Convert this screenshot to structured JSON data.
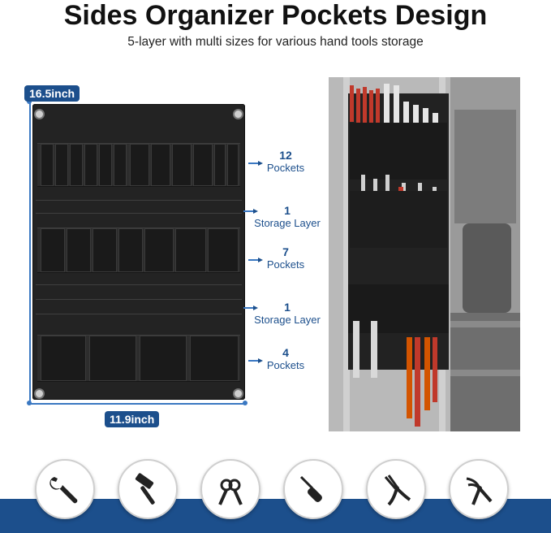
{
  "header": {
    "title": "Sides Organizer Pockets Design",
    "subtitle": "5-layer with multi sizes for various hand tools storage"
  },
  "dimensions": {
    "height_label": "16.5inch",
    "width_label": "11.9inch"
  },
  "callouts": [
    {
      "number": "12",
      "text": "Pockets"
    },
    {
      "number": "1",
      "text": "Storage Layer"
    },
    {
      "number": "7",
      "text": "Pockets"
    },
    {
      "number": "1",
      "text": "Storage Layer"
    },
    {
      "number": "4",
      "text": "Pockets"
    }
  ],
  "tool_icons": [
    "wrench-icon",
    "hammer-icon",
    "pliers-icon",
    "screwdriver-icon",
    "long-nose-pliers-icon",
    "pruning-shears-icon"
  ],
  "colors": {
    "accent": "#1c4f8c",
    "dimension_line": "#3a78c2",
    "organizer": "#232323"
  }
}
